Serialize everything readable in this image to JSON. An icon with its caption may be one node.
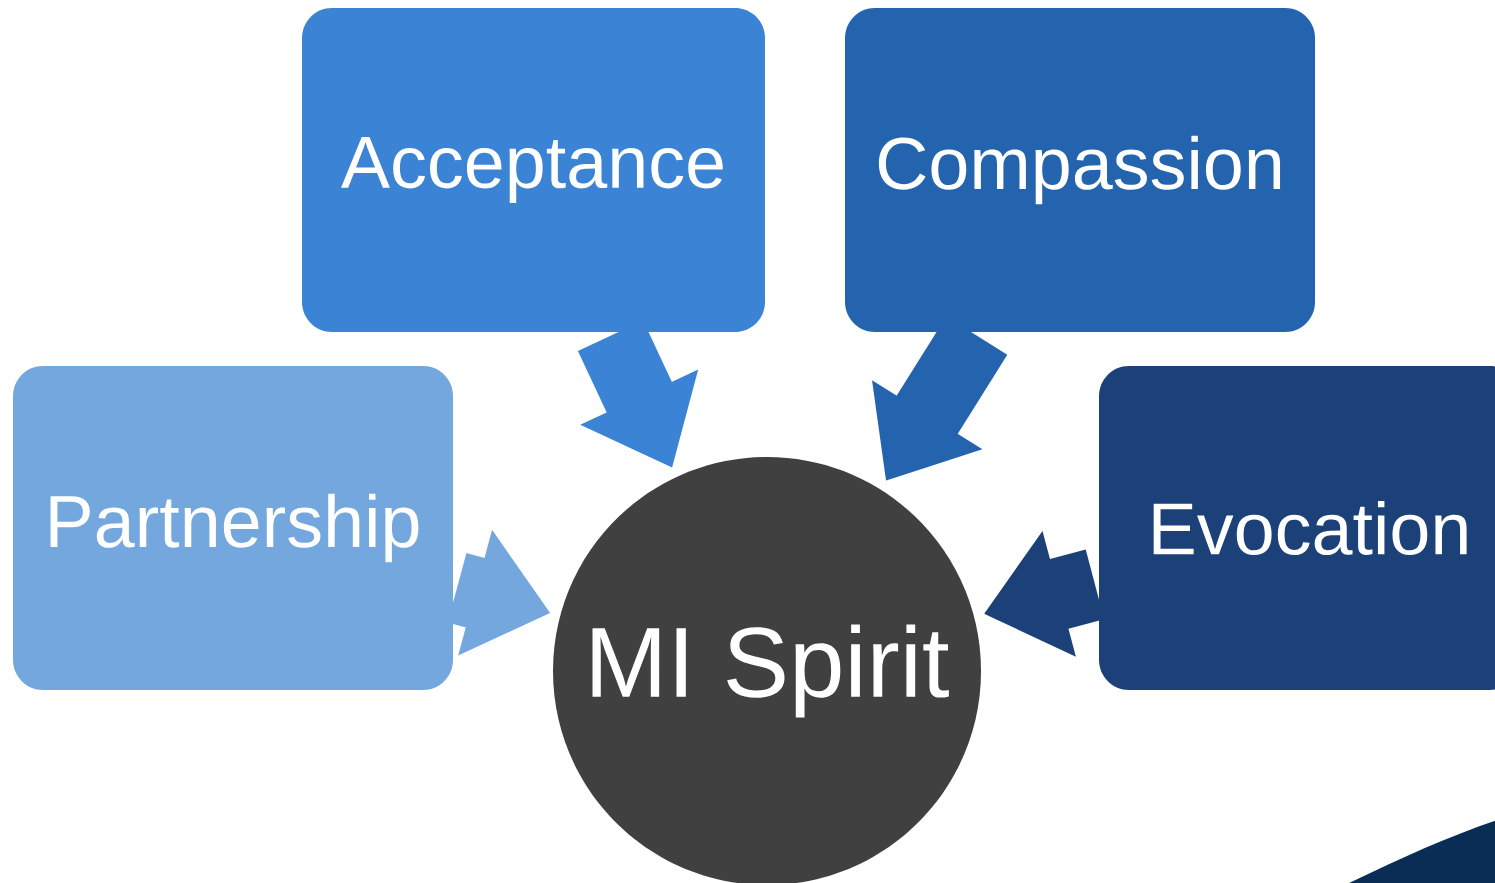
{
  "diagram": {
    "nodes": [
      {
        "text": [
          "Acceptance"
        ]
      },
      {
        "text": [
          "Compassion"
        ]
      },
      {
        "text": [
          "Partnership"
        ]
      },
      {
        "text": [
          "MI Spirit"
        ]
      },
      {
        "text": [
          "Evocation"
        ]
      }
    ],
    "edges": [
      {
        "from": 0,
        "to": 3,
        "arrow": "to",
        "color": "#3b83d4"
      },
      {
        "from": 1,
        "to": 3,
        "arrow": "to",
        "color": "#2463ad"
      },
      {
        "from": 2,
        "to": 3,
        "arrow": "to",
        "color": "#73a7de"
      },
      {
        "from": 4,
        "to": 3,
        "arrow": "to",
        "color": "#1b4178"
      }
    ]
  }
}
